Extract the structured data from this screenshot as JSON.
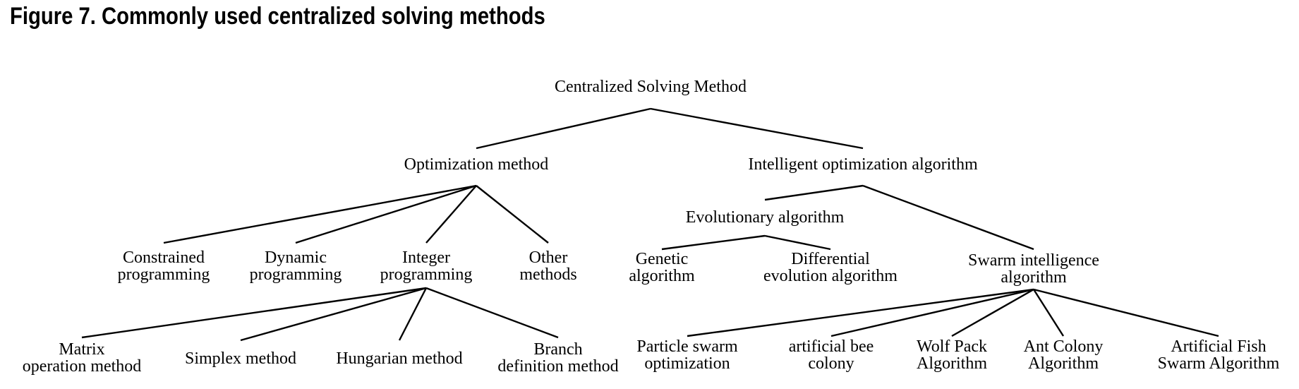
{
  "figure": {
    "title": "Figure 7. Commonly used centralized solving methods"
  },
  "tree": {
    "root": [
      "Centralized Solving Method"
    ],
    "optimization": [
      "Optimization method"
    ],
    "intelligent": [
      "Intelligent optimization algorithm"
    ],
    "constrained": [
      "Constrained",
      "programming"
    ],
    "dynamic": [
      "Dynamic",
      "programming"
    ],
    "integer": [
      "Integer",
      "programming"
    ],
    "other": [
      "Other",
      "methods"
    ],
    "matrix": [
      "Matrix",
      "operation method"
    ],
    "simplex": [
      "Simplex method"
    ],
    "hungarian": [
      "Hungarian method"
    ],
    "branch": [
      "Branch",
      "definition method"
    ],
    "evolutionary": [
      "Evolutionary algorithm"
    ],
    "genetic": [
      "Genetic",
      "algorithm"
    ],
    "differential": [
      "Differential",
      "evolution algorithm"
    ],
    "swarm": [
      "Swarm intelligence",
      "algorithm"
    ],
    "pso": [
      "Particle swarm",
      "optimization"
    ],
    "bee": [
      "artificial bee",
      "colony"
    ],
    "wolf": [
      "Wolf Pack",
      "Algorithm"
    ],
    "ant": [
      "Ant Colony",
      "Algorithm"
    ],
    "fish": [
      "Artificial Fish",
      "Swarm Algorithm"
    ]
  },
  "edges": [
    [
      "root",
      "optimization"
    ],
    [
      "root",
      "intelligent"
    ],
    [
      "optimization",
      "constrained"
    ],
    [
      "optimization",
      "dynamic"
    ],
    [
      "optimization",
      "integer"
    ],
    [
      "optimization",
      "other"
    ],
    [
      "integer",
      "matrix"
    ],
    [
      "integer",
      "simplex"
    ],
    [
      "integer",
      "hungarian"
    ],
    [
      "integer",
      "branch"
    ],
    [
      "intelligent",
      "evolutionary"
    ],
    [
      "intelligent",
      "swarm"
    ],
    [
      "evolutionary",
      "genetic"
    ],
    [
      "evolutionary",
      "differential"
    ],
    [
      "swarm",
      "pso"
    ],
    [
      "swarm",
      "bee"
    ],
    [
      "swarm",
      "wolf"
    ],
    [
      "swarm",
      "ant"
    ],
    [
      "swarm",
      "fish"
    ]
  ]
}
